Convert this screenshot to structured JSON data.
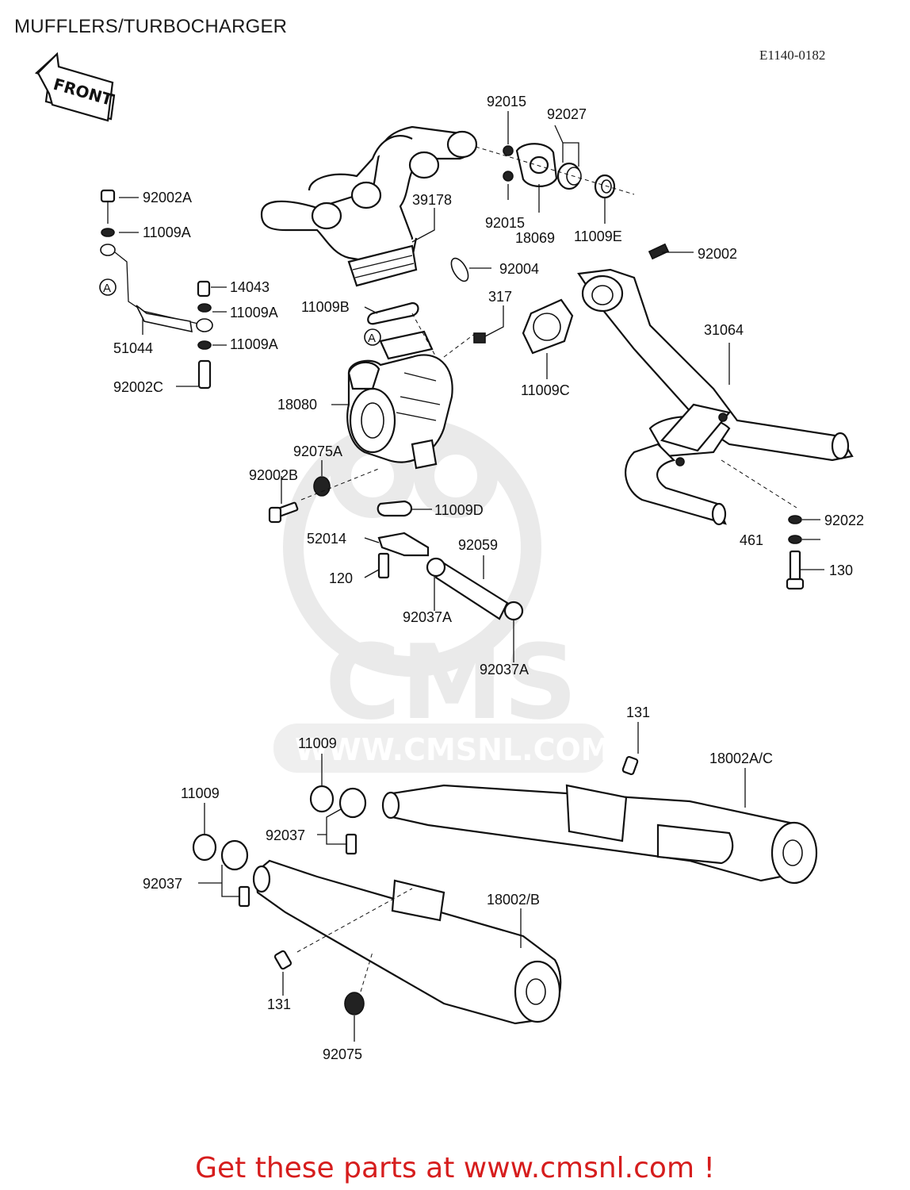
{
  "header": {
    "title": "MUFFLERS/TURBOCHARGER",
    "diagram_code": "E1140-0182"
  },
  "front_indicator": {
    "label": "FRONT",
    "icon": "front-arrow-icon"
  },
  "watermark": {
    "logo": "CMS",
    "url": "WWW.CMSNL.COM",
    "color": "#d9d9d9"
  },
  "reference_markers": {
    "a_top": "A",
    "a_turbo": "A"
  },
  "callouts": {
    "p92015_top": "92015",
    "p92027": "92027",
    "p92002A": "92002A",
    "p11009A_1": "11009A",
    "p39178": "39178",
    "p92015_bottom": "92015",
    "p18069": "18069",
    "p11009E": "11009E",
    "p92002": "92002",
    "p92004": "92004",
    "p14043": "14043",
    "p11009A_2": "11009A",
    "p11009B": "11009B",
    "p317": "317",
    "p51044": "51044",
    "p11009A_3": "11009A",
    "p31064": "31064",
    "p92002C": "92002C",
    "p11009C": "11009C",
    "p18080": "18080",
    "p92075A": "92075A",
    "p92002B": "92002B",
    "p11009D": "11009D",
    "p92022": "92022",
    "p52014": "52014",
    "p92059": "92059",
    "p461": "461",
    "p130": "130",
    "p120": "120",
    "p92037A_1": "92037A",
    "p92037A_2": "92037A",
    "p131_top": "131",
    "p11009_right": "11009",
    "p18002AC": "18002A/C",
    "p11009_left": "11009",
    "p92037_right": "92037",
    "p92037_left": "92037",
    "p18002B": "18002/B",
    "p131_bottom": "131",
    "p92075": "92075"
  },
  "footer": {
    "cta": "Get these parts at www.cmsnl.com !",
    "cta_color": "#d61d1d"
  }
}
